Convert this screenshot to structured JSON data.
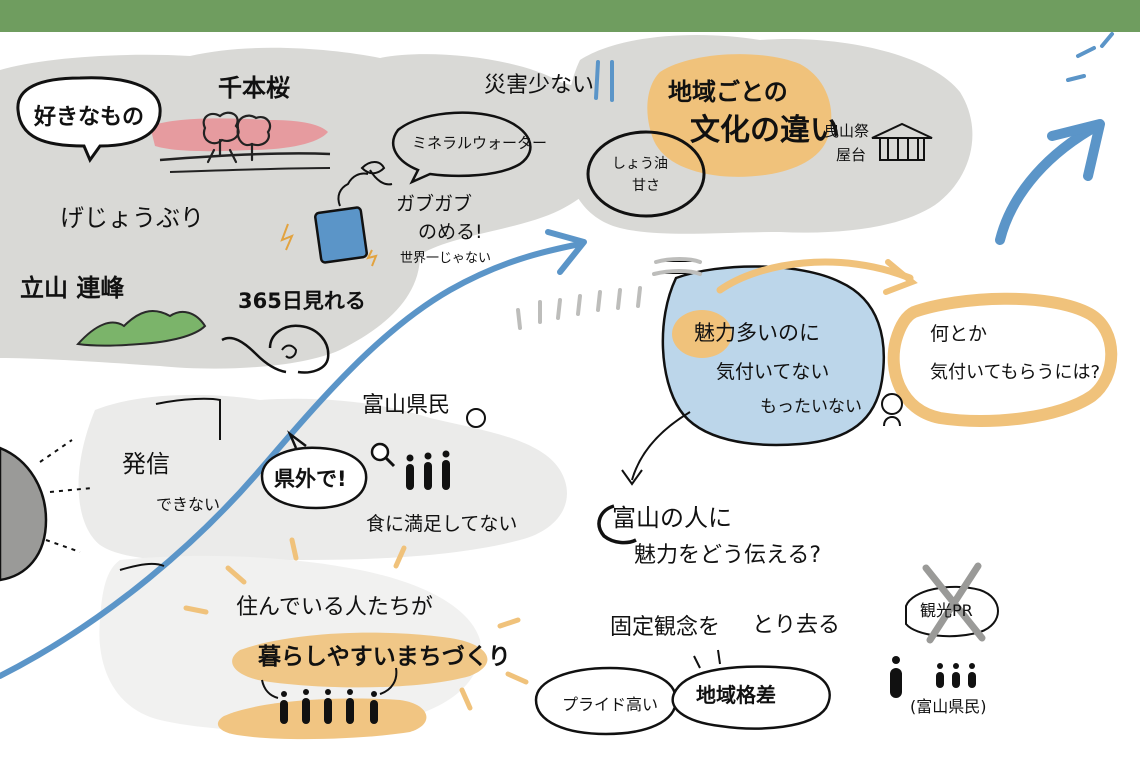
{
  "banner": {
    "color": "#6f9d5f"
  },
  "colors": {
    "gray_blob": "#d9d9d6",
    "orange": "#f0c27b",
    "blue_fill": "#bcd6ea",
    "blue_arrow": "#5b95c8",
    "red_pink": "#e88f95",
    "green": "#7bb46a",
    "ink": "#111111"
  },
  "labels": {
    "favorite_things": "好きなもの",
    "senbonzakura": "千本桜",
    "gejouburi": "げじょうぶり",
    "tateyama": "立山 連峰",
    "days_365": "365日見れる",
    "rio_water": "ミネラルウォーター",
    "gabugabu": "ガブガブ",
    "nomeru": "のめる!",
    "sekaiichi": "世界一じゃない",
    "saigai": "災害少ない",
    "shoyu_1": "しょう油",
    "shoyu_2": "甘さ",
    "culture_1": "地域ごとの",
    "culture_2": "文化の違い",
    "yatai_1": "曳山祭",
    "yatai_2": "屋台",
    "attractive_1": "魅力多いのに",
    "attractive_2": "気付いてない",
    "attractive_3": "もったいない",
    "notice_1": "何とか",
    "notice_2": "気付いてもらうには?",
    "hasshin_1": "発信",
    "hasshin_2": "できない",
    "toyama_kenmin": "富山県民",
    "kengai": "県外で!",
    "shoku": "食に満足してない",
    "toyama_people_1": "富山の人に",
    "toyama_people_2": "魅力をどう伝える?",
    "kotei_1": "固定観念を",
    "kotei_2": "とり去る",
    "pride": "プライド高い",
    "chiiki": "地域格差",
    "sumu_1": "住んでいる人たちが",
    "sumu_2": "暮らしやすいまちづくり",
    "kanko_pr": "観光PR",
    "kenmin_bottom": "(富山県民)"
  }
}
